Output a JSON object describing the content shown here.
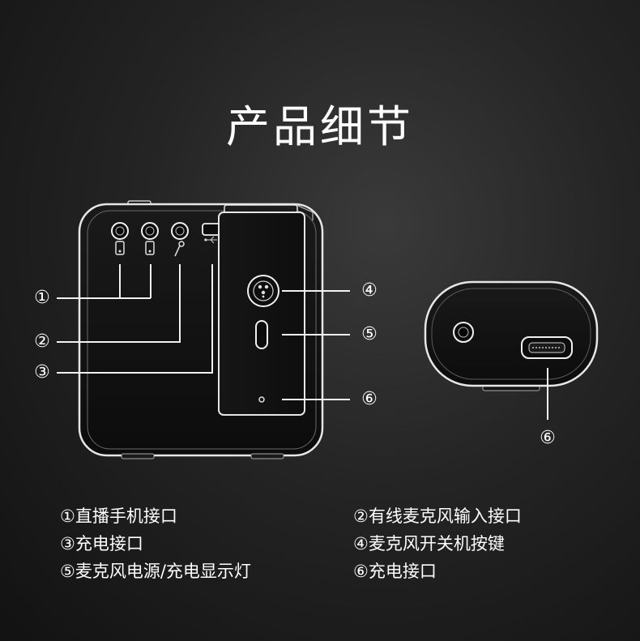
{
  "title": "产品细节",
  "markers": {
    "m1": "①",
    "m2": "②",
    "m3": "③",
    "m4": "④",
    "m5": "⑤",
    "m6": "⑥",
    "m6b": "⑥"
  },
  "legend": {
    "l1": "①直播手机接口",
    "l2": "②有线麦克风输入接口",
    "l3": "③充电接口",
    "l4": "④麦克风开关机按键",
    "l5": "⑤麦克风电源/充电显示灯",
    "l6": "⑥充电接口"
  }
}
